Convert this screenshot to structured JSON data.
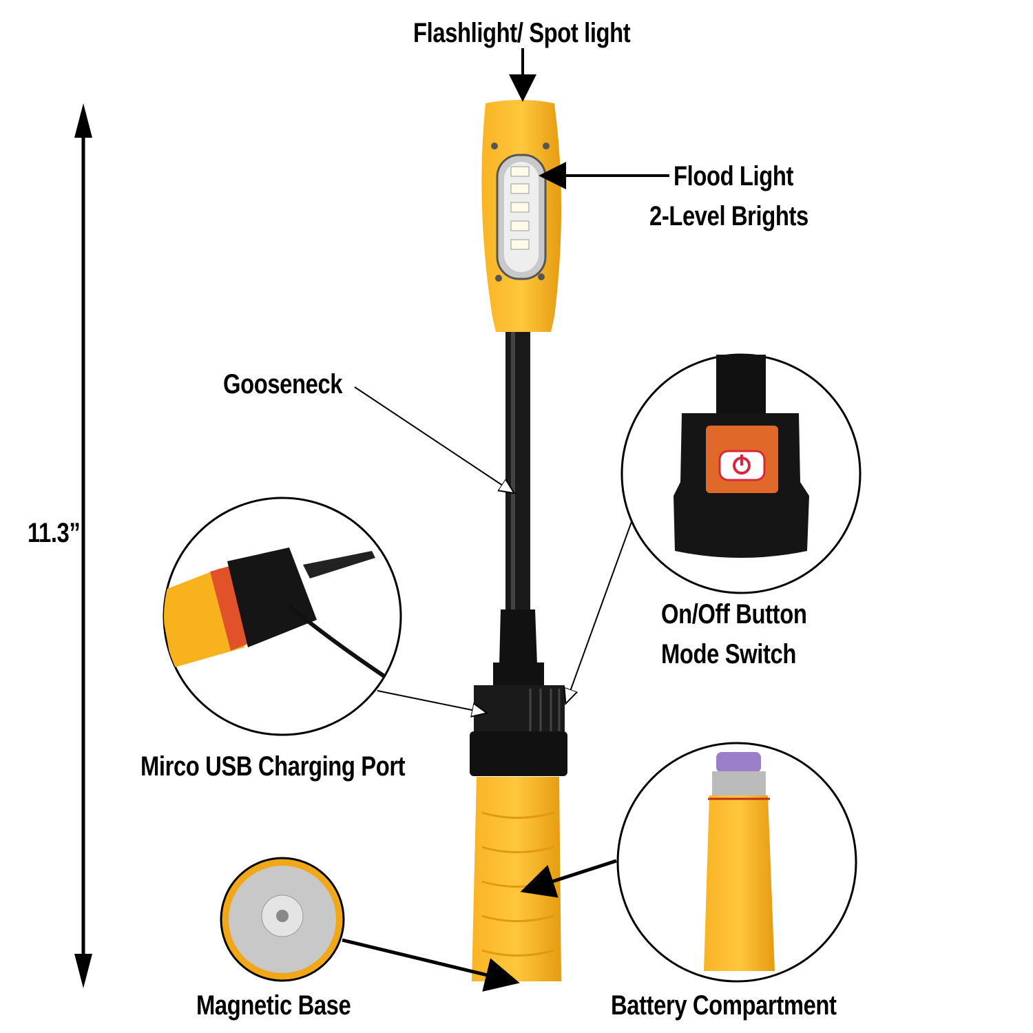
{
  "labels": {
    "flashlight": "Flashlight/ Spot light",
    "flood_light": "Flood Light",
    "brightness": "2-Level Brights",
    "gooseneck": "Gooseneck",
    "height": "11.3”",
    "on_off": "On/Off Button",
    "mode_switch": "Mode Switch",
    "usb_port": "Mirco USB Charging Port",
    "magnetic_base": "Magnetic Base",
    "battery": "Battery Compartment"
  },
  "colors": {
    "body_yellow": "#f7b21e",
    "black": "#111111",
    "button_orange": "#e0692a",
    "power_red": "#d9263a",
    "cap_purple": "#9b7fc8"
  }
}
